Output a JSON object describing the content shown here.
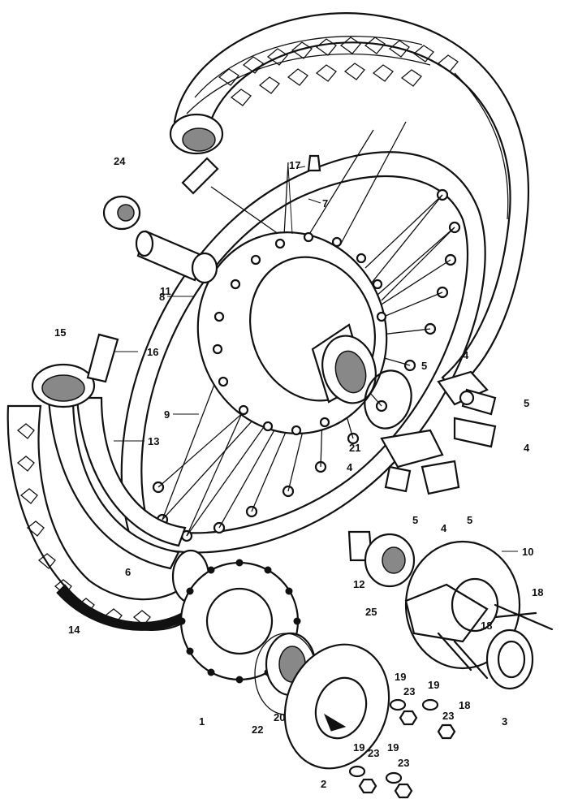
{
  "callouts": {
    "c1": "1",
    "c2": "2",
    "c3": "3",
    "c4a": "4",
    "c4b": "4",
    "c4c": "4",
    "c4d": "4",
    "c5a": "5",
    "c5b": "5",
    "c5c": "5",
    "c5d": "5",
    "c6": "6",
    "c7": "7",
    "c8": "8",
    "c9": "9",
    "c10": "10",
    "c11": "11",
    "c12": "12",
    "c13": "13",
    "c14": "14",
    "c15": "15",
    "c16": "16",
    "c17": "17",
    "c18a": "18",
    "c18b": "18",
    "c18c": "18",
    "c19a": "19",
    "c19b": "19",
    "c19c": "19",
    "c19d": "19",
    "c20": "20",
    "c21": "21",
    "c22": "22",
    "c23a": "23",
    "c23b": "23",
    "c23c": "23",
    "c23d": "23",
    "c24": "24",
    "c25": "25"
  }
}
